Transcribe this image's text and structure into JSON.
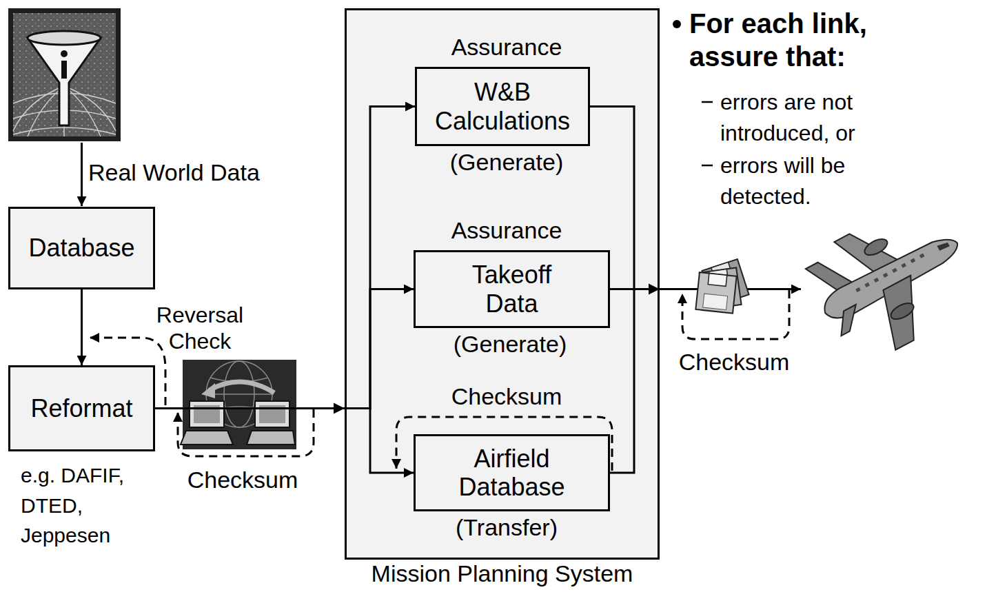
{
  "diagram": {
    "nodes": [
      {
        "text": [
          "Database"
        ]
      },
      {
        "text": [
          "Reformat"
        ]
      },
      {
        "text": [
          "Mission Planning System"
        ]
      },
      {
        "text": [
          "W&B Calculations"
        ],
        "in": 2
      },
      {
        "text": [
          "Takeoff Data"
        ],
        "in": 2
      },
      {
        "text": [
          "Airfield Database"
        ],
        "in": 2
      }
    ],
    "edges": [
      {
        "from": 0,
        "to": 1,
        "arrow": "to"
      },
      {
        "from": 1,
        "to": 3,
        "arrow": "to"
      },
      {
        "from": 1,
        "to": 4,
        "arrow": "to"
      },
      {
        "from": 1,
        "to": 5,
        "arrow": "to"
      }
    ],
    "labels": [
      "Real World Data",
      "Reversal Check",
      "Checksum",
      "e.g. DAFIF, DTED, Jeppesen",
      "Assurance",
      "(Generate)",
      "Assurance",
      "(Generate)",
      "Checksum",
      "(Transfer)",
      "Checksum",
      "For each link, assure that:",
      "errors are not introduced, or",
      "errors will be detected."
    ]
  }
}
